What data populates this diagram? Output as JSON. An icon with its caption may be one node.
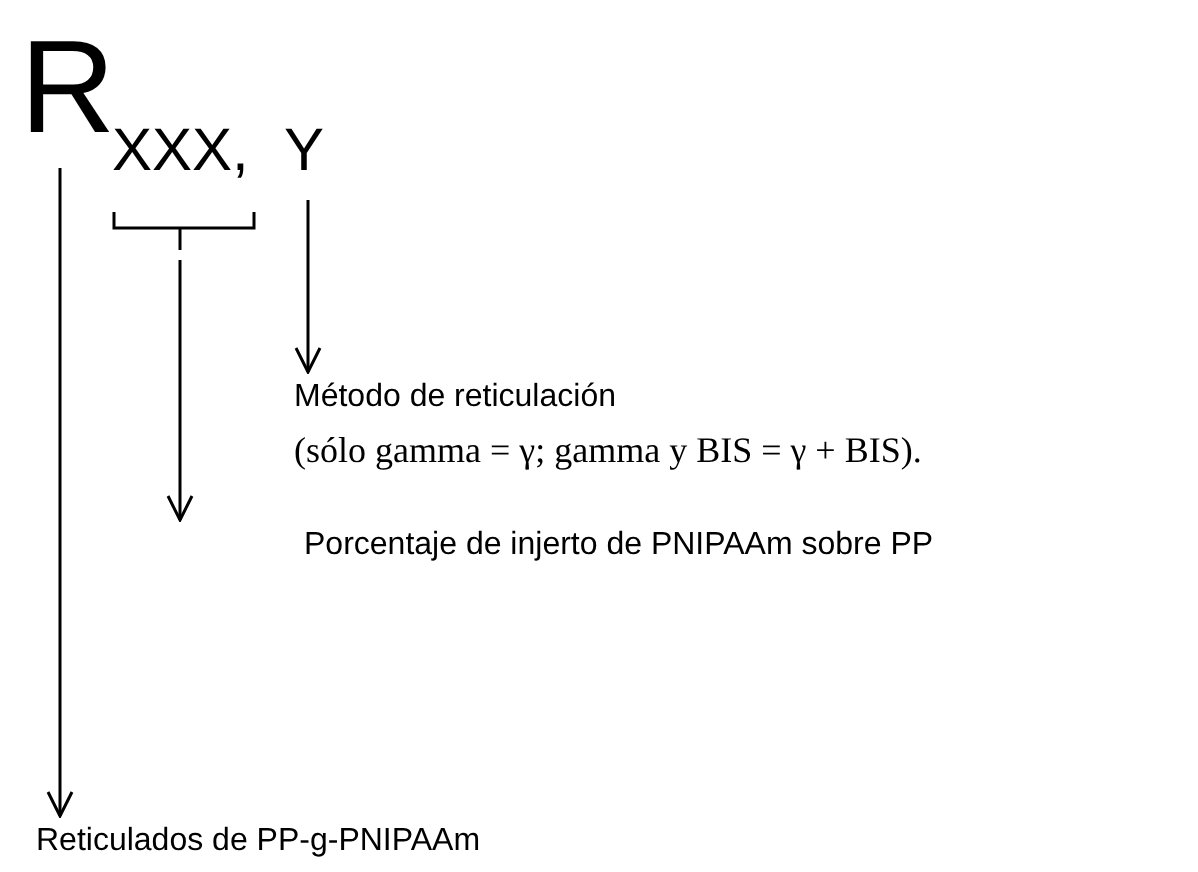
{
  "diagram": {
    "nodes": [
      {
        "text": [
          "R"
        ]
      },
      {
        "text": [
          "XXX,"
        ]
      },
      {
        "text": [
          "Y"
        ]
      },
      {
        "text": [
          "Método de reticulación",
          "(sólo gamma = γ; gamma y BIS = γ + BIS)."
        ]
      },
      {
        "text": [
          "Porcentaje de injerto de PNIPAAm sobre PP"
        ]
      },
      {
        "text": [
          "Reticulados de PP-g-PNIPAAm"
        ]
      }
    ],
    "edges": [
      {
        "from": 2,
        "to": 3,
        "arrow": "to"
      },
      {
        "from": 1,
        "to": 4,
        "arrow": "to"
      },
      {
        "from": 0,
        "to": 5,
        "arrow": "to"
      }
    ]
  }
}
